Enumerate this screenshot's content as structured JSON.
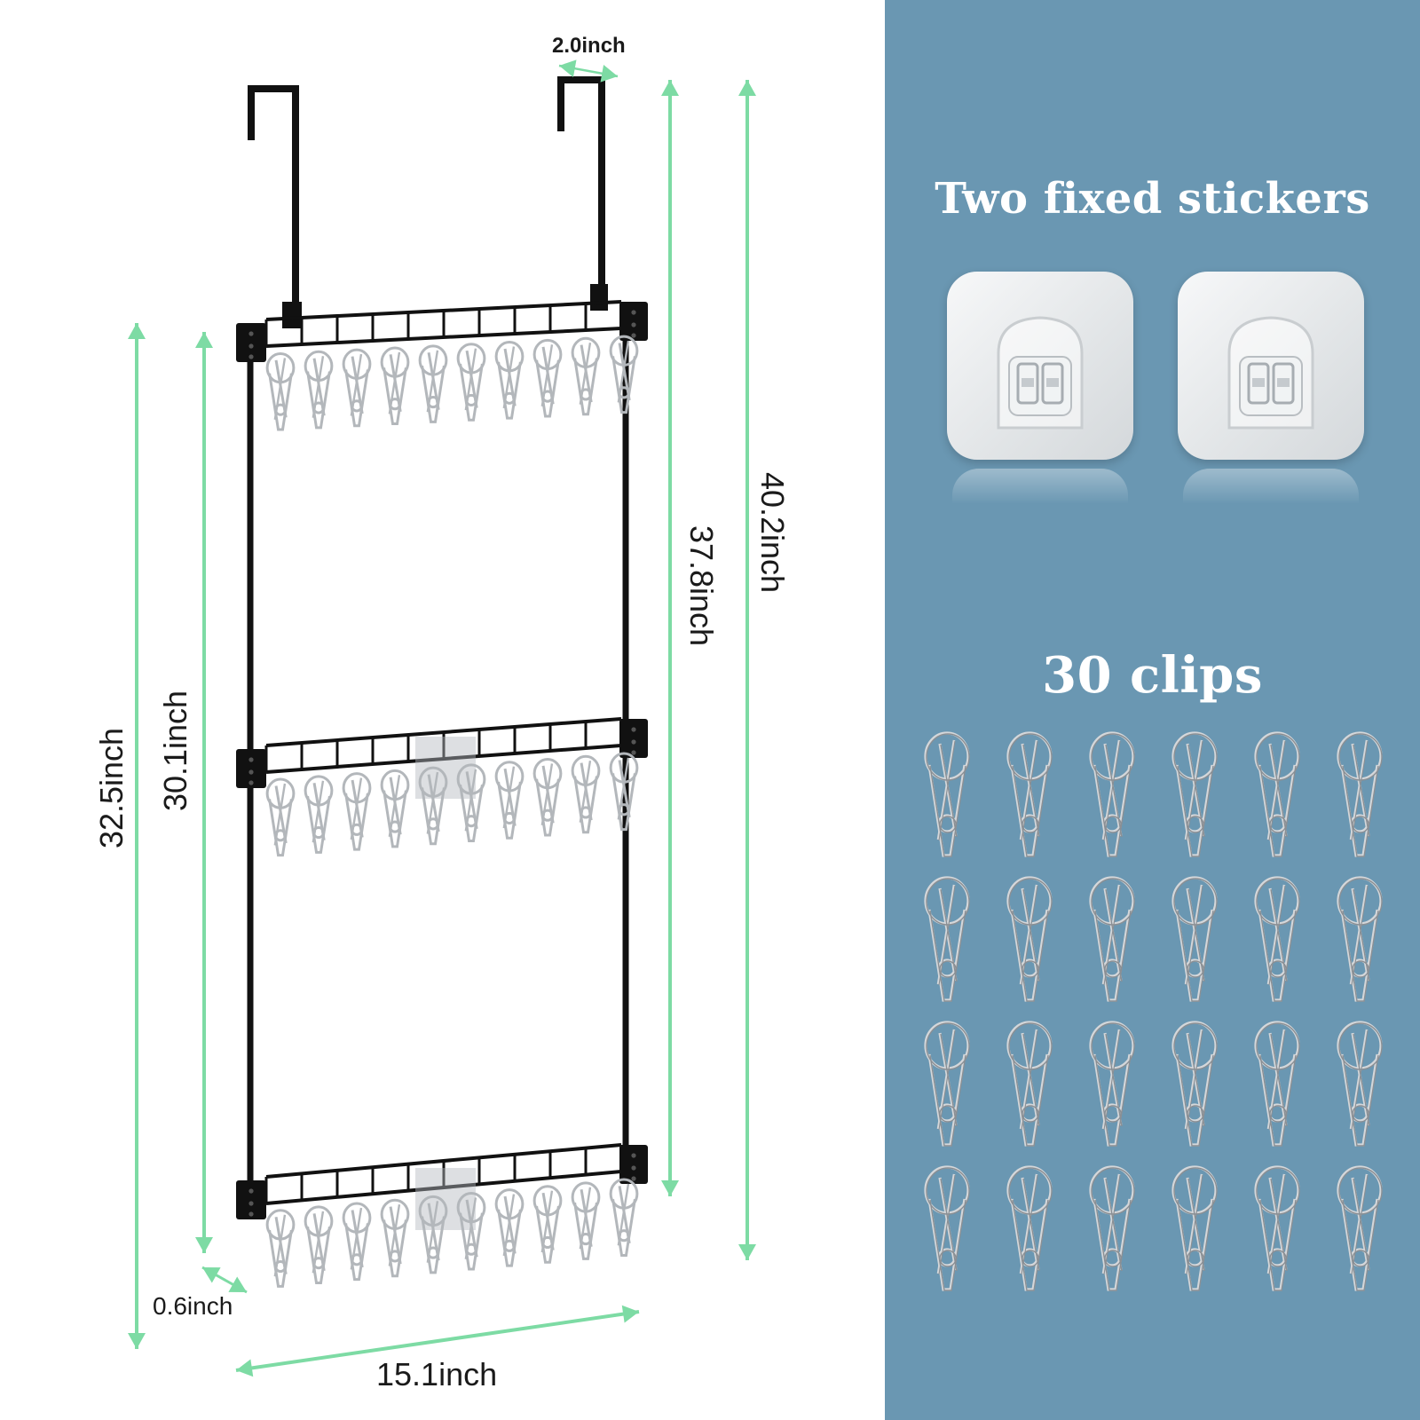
{
  "dimensions": {
    "hook_depth": "2.0inch",
    "height_rack_body": "30.1inch",
    "height_rack_with_clips": "32.5inch",
    "height_hook_to_bottom": "37.8inch",
    "height_overall": "40.2inch",
    "bar_depth": "0.6inch",
    "width": "15.1inch"
  },
  "stickers": {
    "title": "Two fixed stickers",
    "items": [
      "sticker-1",
      "sticker-2"
    ]
  },
  "clips": {
    "title": "30 clips",
    "grid_columns": 6,
    "grid_rows": 4
  },
  "colors": {
    "panel_blue": "#6a97b2",
    "arrow_green": "#7ddba4",
    "rack_black": "#111111",
    "clip_silver": "#b8bcc0"
  }
}
